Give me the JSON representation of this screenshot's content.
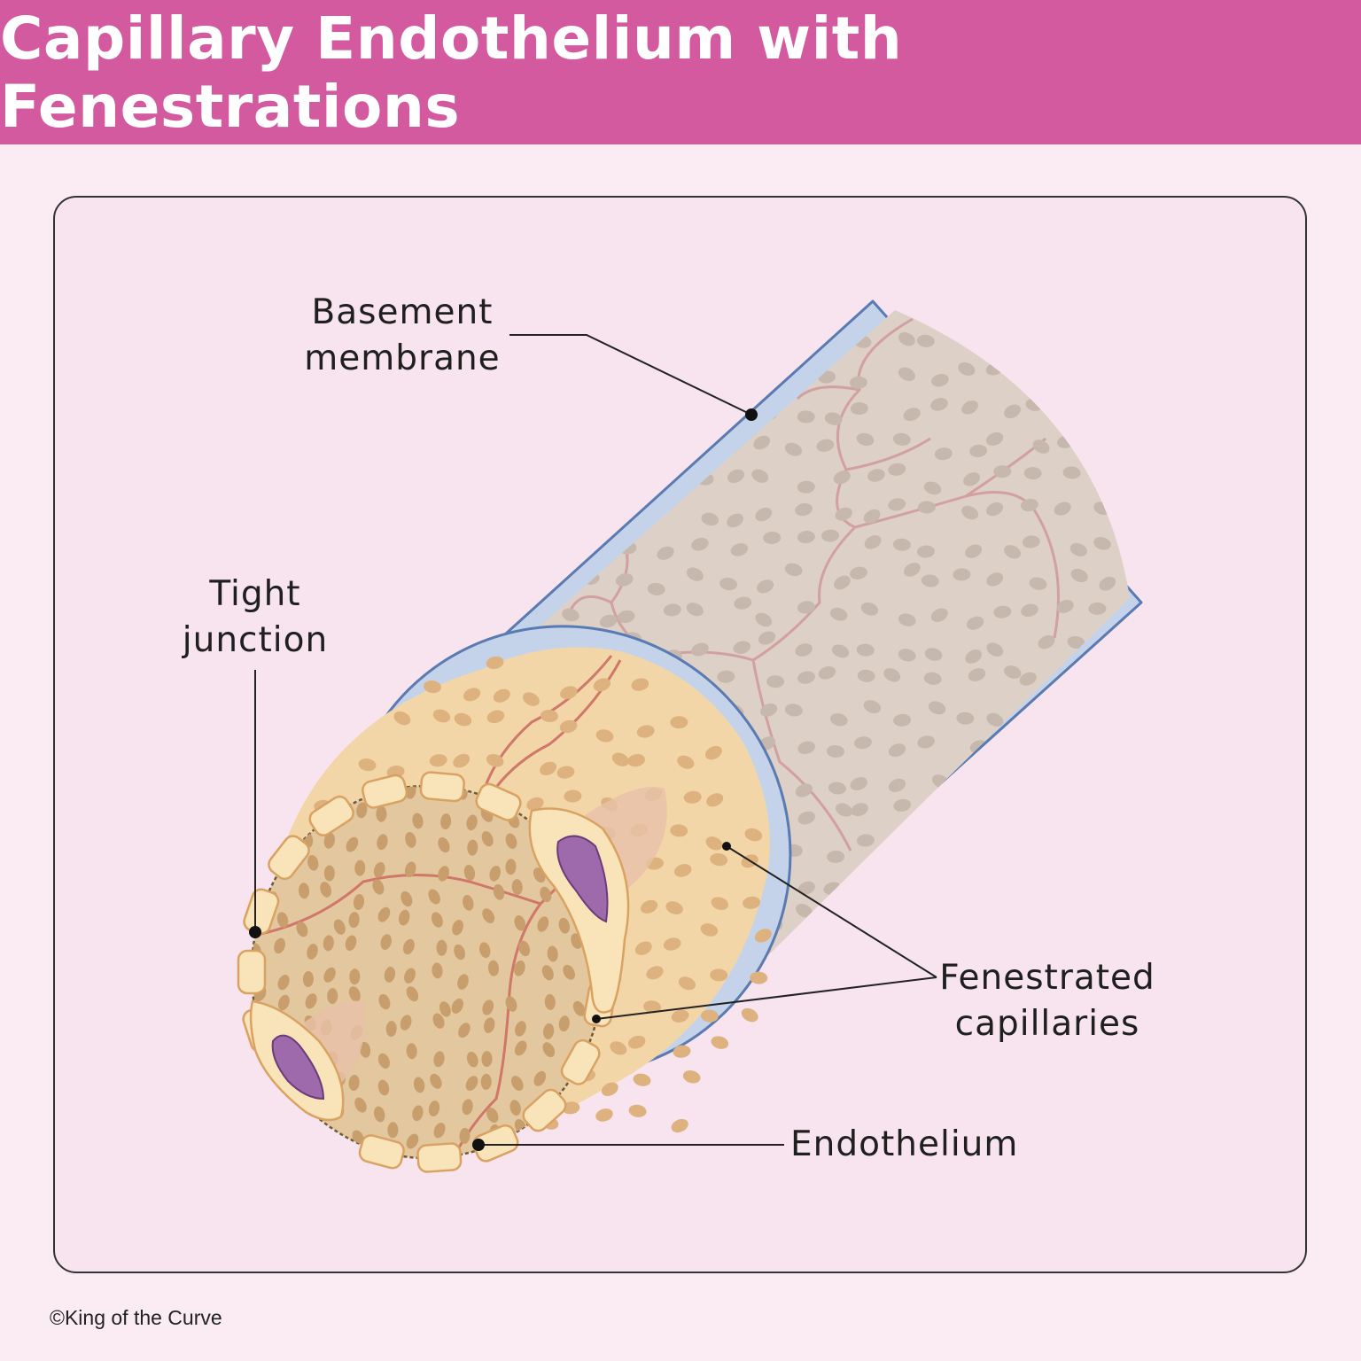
{
  "title": "Capillary Endothelium with Fenestrations",
  "labels": {
    "basement_line1": "Basement",
    "basement_line2": "membrane",
    "tight_line1": "Tight",
    "tight_line2": "junction",
    "fen_line1": "Fenestrated",
    "fen_line2": "capillaries",
    "endothelium": "Endothelium"
  },
  "copyright": "©King of the Curve",
  "colors": {
    "header": "#d45a9f",
    "background": "#fbecf4",
    "panel": "#f8e4ee",
    "membrane": "#c5d3ea",
    "membrane_edge": "#5a7ab2",
    "outer_wall": "#ddd0c6",
    "inner_wall": "#f2d6a8",
    "cut_face": "#e2c79f",
    "cell": "#f9e3b8",
    "cell_edge": "#d9a262",
    "nucleus": "#9e6aac",
    "junction_line": "#d0776a"
  }
}
